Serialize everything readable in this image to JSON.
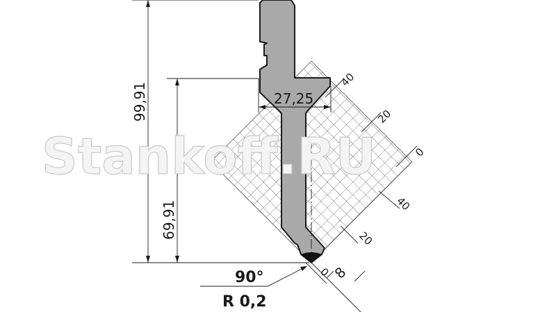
{
  "drawing": {
    "total_height": "99,91",
    "working_height": "69,91",
    "shoulder_width": "27,25",
    "angle": "90°",
    "radius": "R 0,2",
    "tip_width": "8",
    "grid_labels_upper": [
      "40",
      "20",
      "0"
    ],
    "grid_labels_lower": [
      "40",
      "20",
      "0"
    ],
    "watermark": "Stankoff.RU",
    "colors": {
      "punch_fill": "#a9a9a9",
      "line": "#1a1a1a",
      "grid": "#555555"
    }
  }
}
